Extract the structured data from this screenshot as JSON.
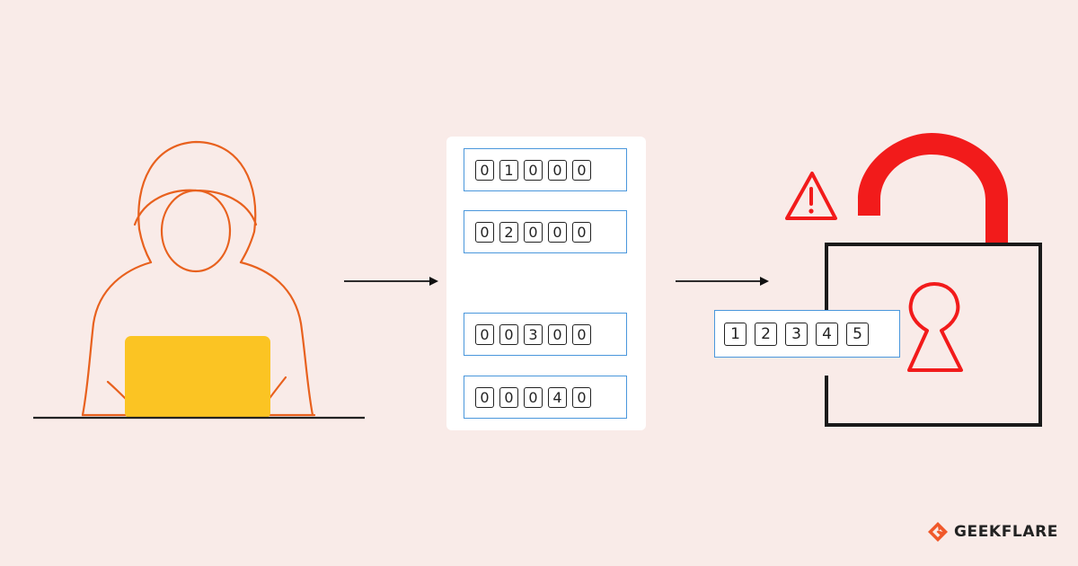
{
  "panel_codes": [
    [
      "0",
      "1",
      "0",
      "0",
      "0"
    ],
    [
      "0",
      "2",
      "0",
      "0",
      "0"
    ],
    [
      "0",
      "0",
      "3",
      "0",
      "0"
    ],
    [
      "0",
      "0",
      "0",
      "4",
      "0"
    ]
  ],
  "lock_code": [
    "1",
    "2",
    "3",
    "4",
    "5"
  ],
  "brand": {
    "name": "GEEKFLARE"
  },
  "colors": {
    "background": "#f9ebe8",
    "hacker_outline": "#e8611e",
    "laptop": "#fbc423",
    "code_border": "#4a97dc",
    "lock_red": "#f21b1b",
    "warning_red": "#f21b1b",
    "brand_orange": "#f0582a"
  },
  "icons": [
    "hacker-icon",
    "laptop-icon",
    "arrow-right-icon",
    "warning-icon",
    "padlock-icon",
    "keyhole-icon",
    "geekflare-logo-icon"
  ]
}
